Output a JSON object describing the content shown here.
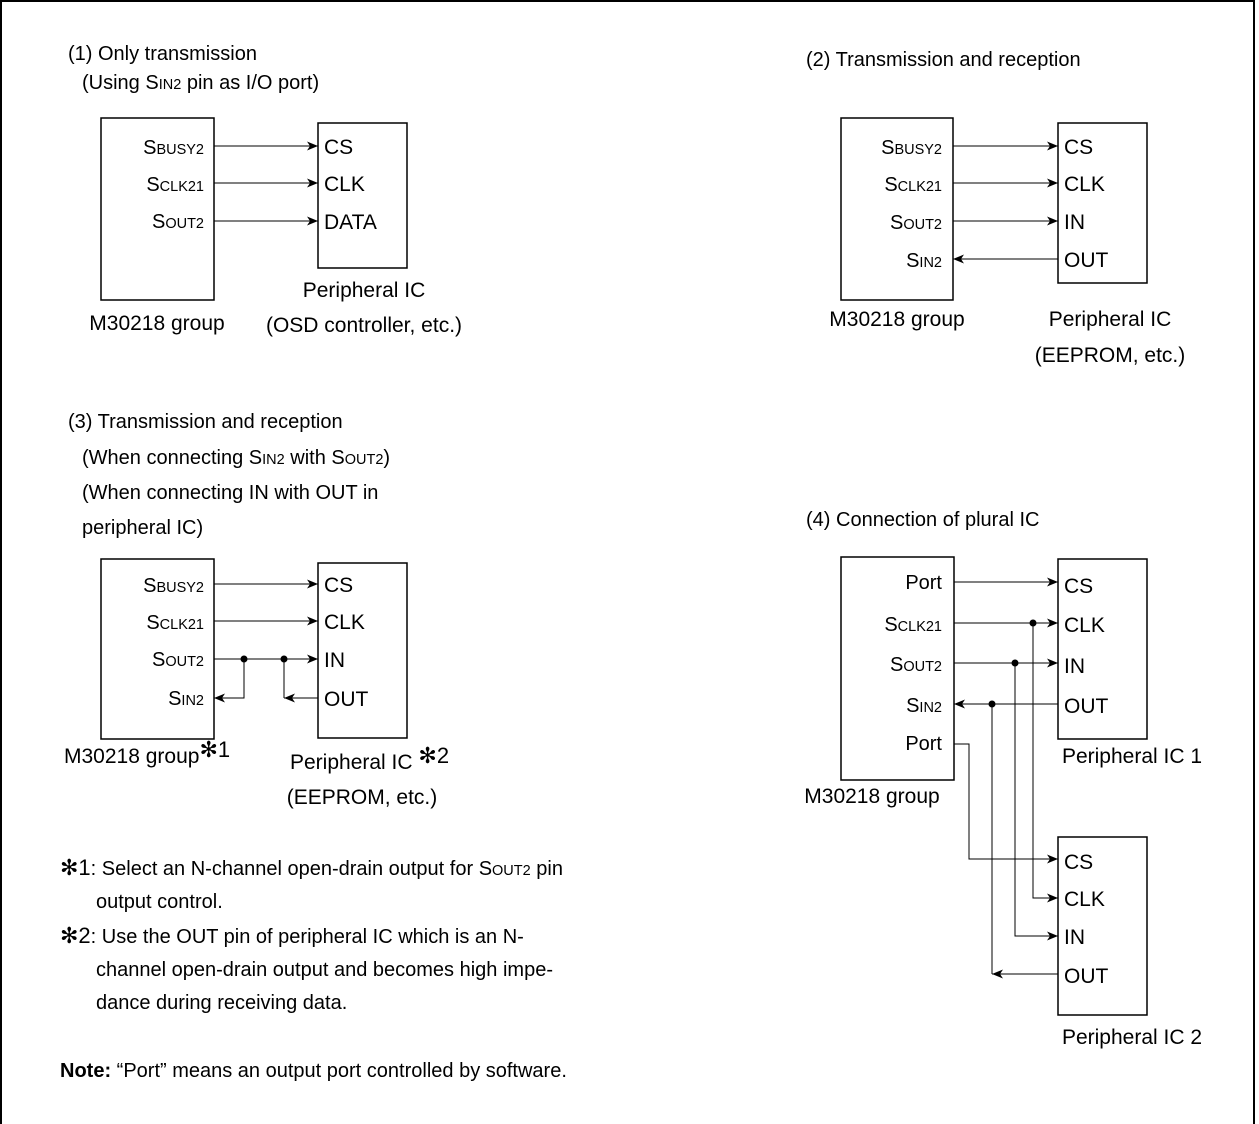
{
  "figure": {
    "panel1": {
      "title": "(1) Only transmission",
      "subtitle": [
        "(Using S",
        "IN2",
        " pin as I/O port)"
      ],
      "mcu_pins": [
        [
          "S",
          "BUSY2"
        ],
        [
          "S",
          "CLK21"
        ],
        [
          "S",
          "OUT2"
        ]
      ],
      "ic_pins": [
        "CS",
        "CLK",
        "DATA"
      ],
      "mcu_label": "M30218 group",
      "ic_label": "Peripheral IC",
      "ic_sublabel": "(OSD controller, etc.)"
    },
    "panel2": {
      "title": "(2) Transmission and reception",
      "mcu_pins": [
        [
          "S",
          "BUSY2"
        ],
        [
          "S",
          "CLK21"
        ],
        [
          "S",
          "OUT2"
        ],
        [
          "S",
          "IN2"
        ]
      ],
      "ic_pins": [
        "CS",
        "CLK",
        "IN",
        "OUT"
      ],
      "mcu_label": "M30218 group",
      "ic_label": "Peripheral IC",
      "ic_sublabel": "(EEPROM, etc.)"
    },
    "panel3": {
      "title": "(3) Transmission and reception",
      "line2": [
        "(When connecting S",
        "IN2",
        " with S",
        "OUT2",
        ")"
      ],
      "line3": "(When connecting IN with OUT in",
      "line4": "peripheral IC)",
      "mcu_pins": [
        [
          "S",
          "BUSY2"
        ],
        [
          "S",
          "CLK21"
        ],
        [
          "S",
          "OUT2"
        ],
        [
          "S",
          "IN2"
        ]
      ],
      "ic_pins": [
        "CS",
        "CLK",
        "IN",
        "OUT"
      ],
      "mcu_label": "M30218 group",
      "mcu_mark": "✻1",
      "ic_label": "Peripheral IC ",
      "ic_mark": "✻2",
      "ic_sublabel": "(EEPROM, etc.)"
    },
    "panel4": {
      "title": "(4) Connection of plural IC",
      "mcu_pins": [
        [
          "Port",
          ""
        ],
        [
          "S",
          "CLK21"
        ],
        [
          "S",
          "OUT2"
        ],
        [
          "S",
          "IN2"
        ],
        [
          "Port",
          ""
        ]
      ],
      "ic1_pins": [
        "CS",
        "CLK",
        "IN",
        "OUT"
      ],
      "ic2_pins": [
        "CS",
        "CLK",
        "IN",
        "OUT"
      ],
      "mcu_label": "M30218 group",
      "ic1_label": "Peripheral IC 1",
      "ic2_label": "Peripheral IC 2"
    },
    "notes": {
      "n1_mark": "✻1",
      "n1_line1": [
        ": Select an N-channel open-drain output for S",
        "OUT2",
        " pin"
      ],
      "n1_line2": "output control.",
      "n2_mark": "✻2",
      "n2_line1": ": Use the OUT pin of peripheral IC which is an N-",
      "n2_line2": "channel open-drain output and becomes high impe-",
      "n2_line3": "dance during receiving data.",
      "note_label": "Note:",
      "note_text": " “Port” means an output port controlled by software."
    }
  }
}
